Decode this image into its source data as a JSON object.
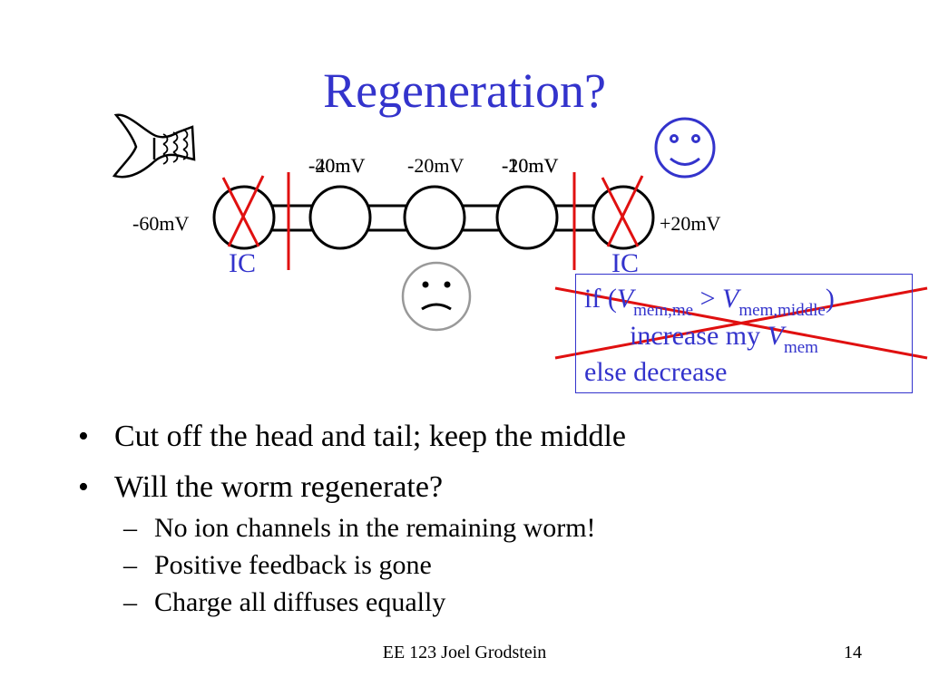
{
  "title": "Regeneration?",
  "voltages": {
    "left": "-60mV",
    "right": "+20mV",
    "top_1_old": "-40mV",
    "top_1_new": "-20mV",
    "top_2": "-20mV",
    "top_3_old": "-20mV",
    "top_3_new": "-10mV"
  },
  "ic_labels": {
    "left": "IC",
    "right": "IC"
  },
  "rule": {
    "line1_prefix": "if (",
    "var_v": "V",
    "sub_me": "mem,me",
    "gt": " > ",
    "sub_middle": "mem,middle",
    "close": ")",
    "line2_prefix": "increase my ",
    "sub_mem": "mem",
    "line3": "else decrease"
  },
  "bullets": [
    {
      "text": "Cut off the head and tail; keep the middle"
    },
    {
      "text": "Will the worm regenerate?"
    }
  ],
  "subbullets": [
    {
      "text": "No ion channels in the remaining worm!"
    },
    {
      "text": "Positive feedback is gone"
    },
    {
      "text": "Charge all diffuses equally"
    }
  ],
  "footer": "EE 123 Joel Grodstein",
  "page_number": "14",
  "icons": [
    "fish-tail-icon",
    "smiley-face-icon",
    "frowning-face-icon",
    "red-x-icon"
  ],
  "colors": {
    "title": "#3333cc",
    "cross": "#e01010",
    "ink": "#000000"
  }
}
